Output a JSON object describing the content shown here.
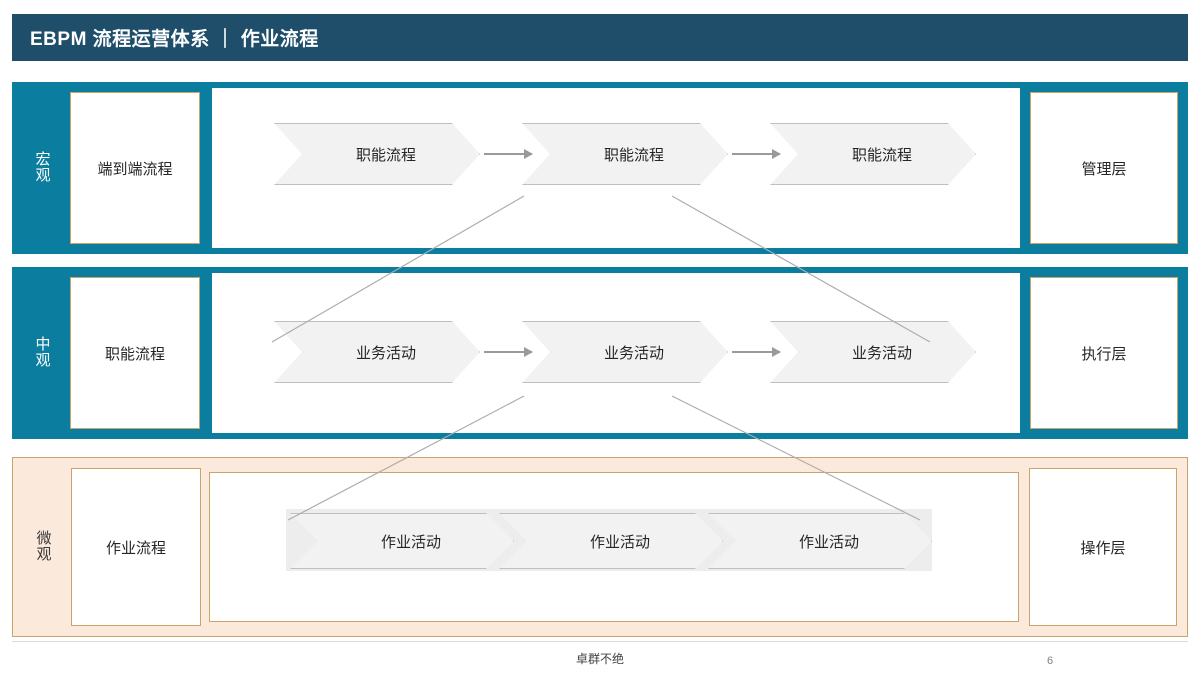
{
  "header": {
    "title": "EBPM 流程运营体系 ｜ 作业流程",
    "bg_color": "#1F4E6B",
    "text_color": "#FFFFFF"
  },
  "colors": {
    "teal": "#0B7EA0",
    "peach": "#FBE9DC",
    "tan_border": "#C9A46B",
    "chevron_fill": "#F2F2F2",
    "chevron_border": "#BFBFBF",
    "connector": "#9A9A9A"
  },
  "rows": [
    {
      "level_label": "宏观",
      "process_name": "端到端流程",
      "layer_name": "管理层",
      "band_style": "teal",
      "steps": [
        {
          "label": "职能流程"
        },
        {
          "label": "职能流程"
        },
        {
          "label": "职能流程"
        }
      ],
      "connectors": 2
    },
    {
      "level_label": "中观",
      "process_name": "职能流程",
      "layer_name": "执行层",
      "band_style": "teal",
      "steps": [
        {
          "label": "业务活动"
        },
        {
          "label": "业务活动"
        },
        {
          "label": "业务活动"
        }
      ],
      "connectors": 2
    },
    {
      "level_label": "微观",
      "process_name": "作业流程",
      "layer_name": "操作层",
      "band_style": "peach",
      "steps": [
        {
          "label": "作业活动"
        },
        {
          "label": "作业活动"
        },
        {
          "label": "作业活动"
        }
      ],
      "connectors": 0
    }
  ],
  "footer": {
    "slogan": "卓群不绝",
    "page_number": "6"
  }
}
